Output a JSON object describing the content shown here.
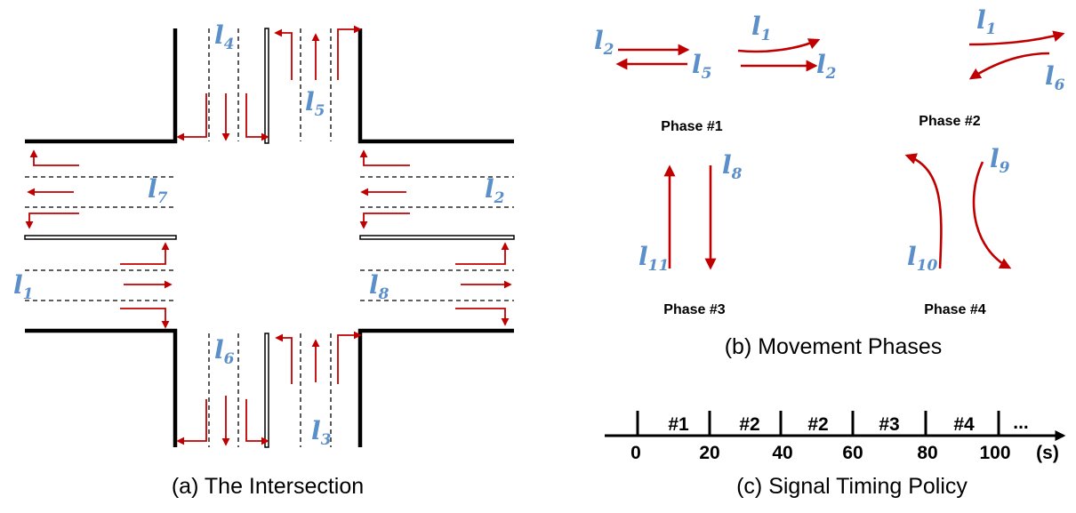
{
  "intersection": {
    "caption": "(a) The Intersection",
    "lanes": [
      {
        "id": "l4",
        "sub": "4"
      },
      {
        "id": "l5",
        "sub": "5"
      },
      {
        "id": "l7",
        "sub": "7"
      },
      {
        "id": "l2",
        "sub": "2"
      },
      {
        "id": "l1",
        "sub": "1"
      },
      {
        "id": "l8",
        "sub": "8"
      },
      {
        "id": "l6",
        "sub": "6"
      },
      {
        "id": "l3",
        "sub": "3"
      }
    ]
  },
  "phases": {
    "caption": "(b) Movement Phases",
    "items": [
      {
        "label": "Phase #1",
        "lanes": [
          "2",
          "5",
          "1",
          "2"
        ]
      },
      {
        "label": "Phase #2",
        "lanes": [
          "1",
          "6"
        ]
      },
      {
        "label": "Phase #3",
        "lanes": [
          "8",
          "11"
        ]
      },
      {
        "label": "Phase #4",
        "lanes": [
          "9",
          "10"
        ]
      }
    ]
  },
  "timing": {
    "caption": "(c) Signal Timing Policy",
    "ticks": [
      "0",
      "20",
      "40",
      "60",
      "80",
      "100"
    ],
    "segments": [
      "#1",
      "#2",
      "#2",
      "#3",
      "#4",
      "..."
    ],
    "unit": "(s)"
  },
  "colors": {
    "arrow": "#c00000",
    "lane_label": "#5b8fc9",
    "road": "#000000"
  }
}
